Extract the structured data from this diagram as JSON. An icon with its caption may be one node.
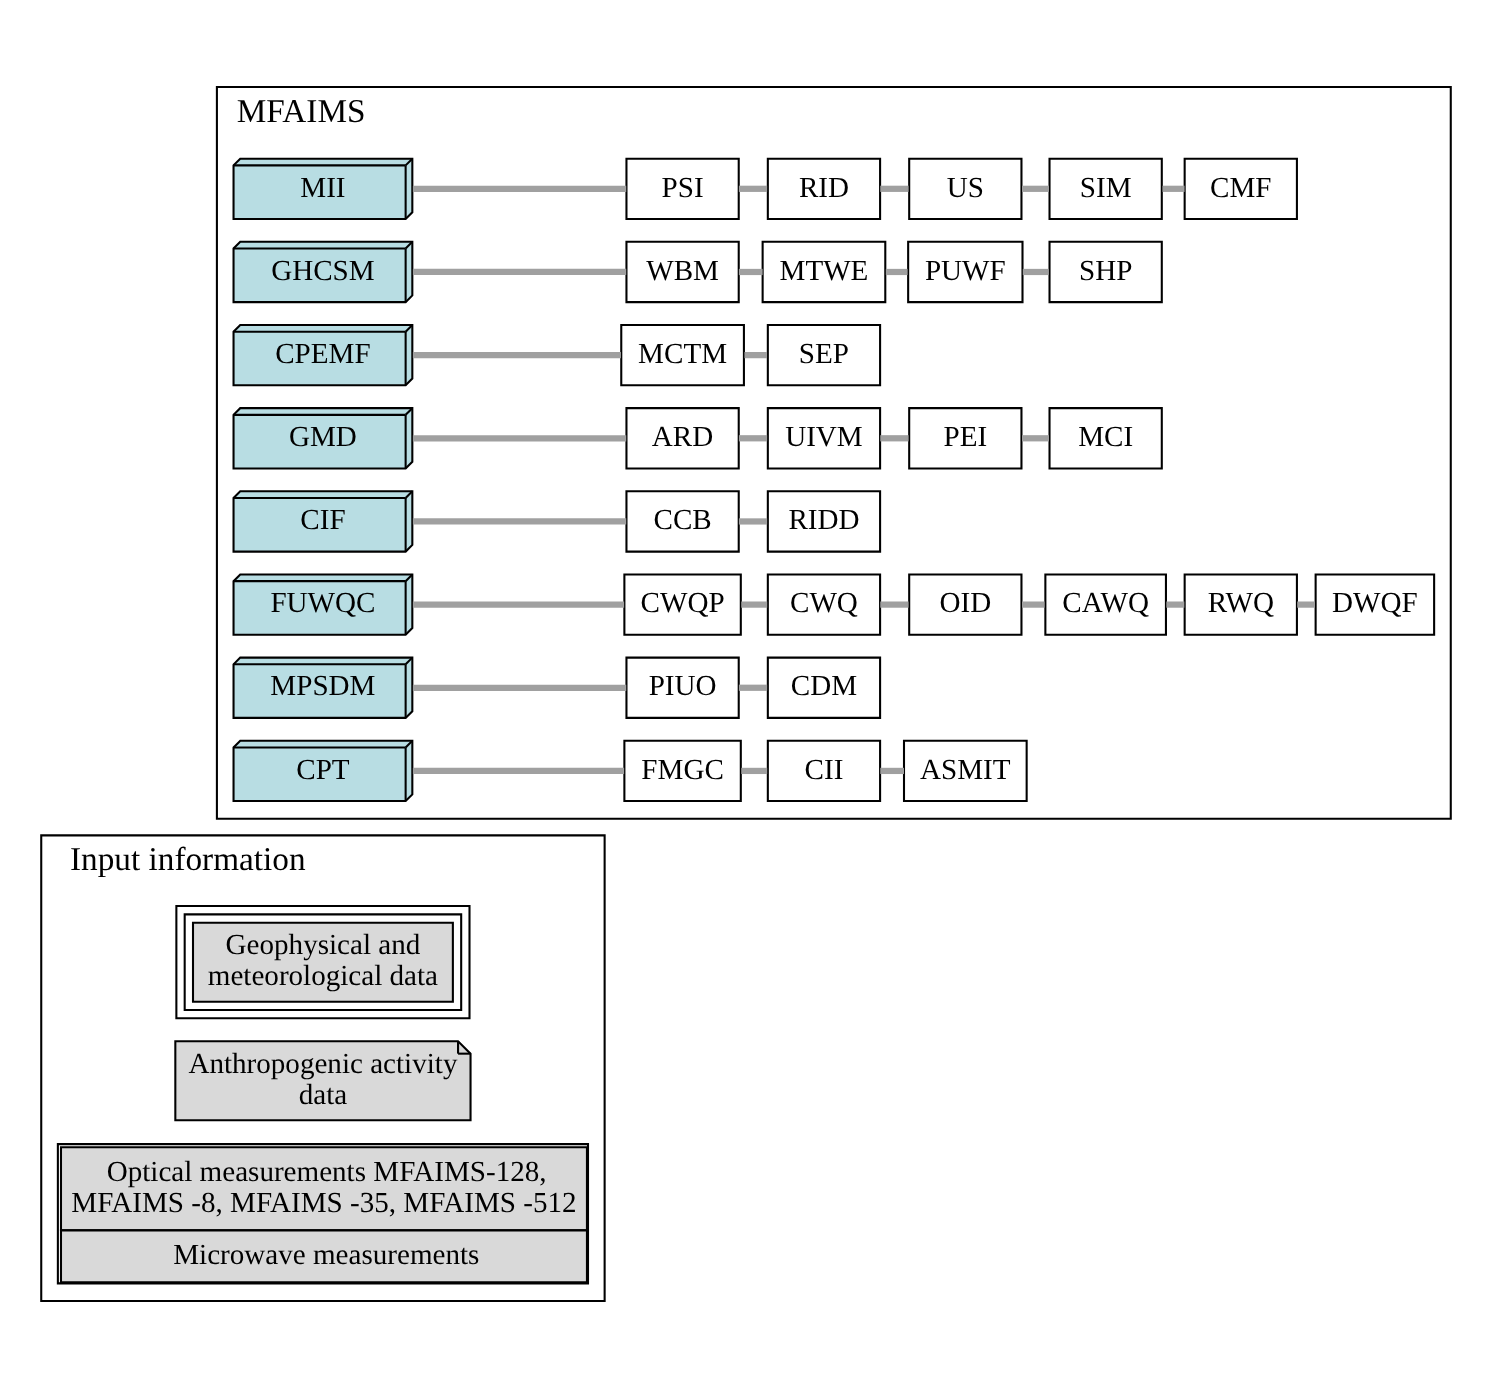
{
  "diagram": {
    "nodes": [
      {
        "text": [
          "Input information"
        ]
      },
      {
        "text": [
          "Geophysical and meteorological data"
        ],
        "in": 0
      },
      {
        "text": [
          "Anthropogenic activity data"
        ],
        "in": 0
      },
      {
        "text": [
          "Optical measurements MFAIMS-128, MFAIMS -8, MFAIMS -35, MFAIMS -512",
          "Microwave measurements"
        ],
        "in": 0
      },
      {
        "text": [
          "MFAIMS"
        ]
      },
      {
        "text": [
          "MII"
        ],
        "in": 4
      },
      {
        "text": [
          "PSI"
        ],
        "in": 4
      },
      {
        "text": [
          "RID"
        ],
        "in": 4
      },
      {
        "text": [
          "US"
        ],
        "in": 4
      },
      {
        "text": [
          "SIM"
        ],
        "in": 4
      },
      {
        "text": [
          "CMF"
        ],
        "in": 4
      },
      {
        "text": [
          "GHCSM"
        ],
        "in": 4
      },
      {
        "text": [
          "WBM"
        ],
        "in": 4
      },
      {
        "text": [
          "MTWE"
        ],
        "in": 4
      },
      {
        "text": [
          "PUWF"
        ],
        "in": 4
      },
      {
        "text": [
          "SHP"
        ],
        "in": 4
      },
      {
        "text": [
          "CPEMF"
        ],
        "in": 4
      },
      {
        "text": [
          "MCTM"
        ],
        "in": 4
      },
      {
        "text": [
          "SEP"
        ],
        "in": 4
      },
      {
        "text": [
          "GMD"
        ],
        "in": 4
      },
      {
        "text": [
          "ARD"
        ],
        "in": 4
      },
      {
        "text": [
          "UIVM"
        ],
        "in": 4
      },
      {
        "text": [
          "PEI"
        ],
        "in": 4
      },
      {
        "text": [
          "MCI"
        ],
        "in": 4
      },
      {
        "text": [
          "CIF"
        ],
        "in": 4
      },
      {
        "text": [
          "CCB"
        ],
        "in": 4
      },
      {
        "text": [
          "RIDD"
        ],
        "in": 4
      },
      {
        "text": [
          "FUWQC"
        ],
        "in": 4
      },
      {
        "text": [
          "CWQP"
        ],
        "in": 4
      },
      {
        "text": [
          "CWQ"
        ],
        "in": 4
      },
      {
        "text": [
          "OID"
        ],
        "in": 4
      },
      {
        "text": [
          "CAWQ"
        ],
        "in": 4
      },
      {
        "text": [
          "RWQ"
        ],
        "in": 4
      },
      {
        "text": [
          "DWQF"
        ],
        "in": 4
      },
      {
        "text": [
          "MPSDM"
        ],
        "in": 4
      },
      {
        "text": [
          "PIUO"
        ],
        "in": 4
      },
      {
        "text": [
          "CDM"
        ],
        "in": 4
      },
      {
        "text": [
          "CPT"
        ],
        "in": 4
      },
      {
        "text": [
          "FMGC"
        ],
        "in": 4
      },
      {
        "text": [
          "CII"
        ],
        "in": 4
      },
      {
        "text": [
          "ASMIT"
        ],
        "in": 4
      }
    ],
    "edges": [
      {
        "from": 5,
        "to": 6,
        "arrow": "none"
      },
      {
        "from": 6,
        "to": 7,
        "arrow": "none"
      },
      {
        "from": 7,
        "to": 8,
        "arrow": "none"
      },
      {
        "from": 8,
        "to": 9,
        "arrow": "none"
      },
      {
        "from": 9,
        "to": 10,
        "arrow": "none"
      },
      {
        "from": 11,
        "to": 12,
        "arrow": "none"
      },
      {
        "from": 12,
        "to": 13,
        "arrow": "none"
      },
      {
        "from": 13,
        "to": 14,
        "arrow": "none"
      },
      {
        "from": 14,
        "to": 15,
        "arrow": "none"
      },
      {
        "from": 16,
        "to": 17,
        "arrow": "none"
      },
      {
        "from": 17,
        "to": 18,
        "arrow": "none"
      },
      {
        "from": 19,
        "to": 20,
        "arrow": "none"
      },
      {
        "from": 20,
        "to": 21,
        "arrow": "none"
      },
      {
        "from": 21,
        "to": 22,
        "arrow": "none"
      },
      {
        "from": 22,
        "to": 23,
        "arrow": "none"
      },
      {
        "from": 24,
        "to": 25,
        "arrow": "none"
      },
      {
        "from": 25,
        "to": 26,
        "arrow": "none"
      },
      {
        "from": 27,
        "to": 28,
        "arrow": "none"
      },
      {
        "from": 28,
        "to": 29,
        "arrow": "none"
      },
      {
        "from": 29,
        "to": 30,
        "arrow": "none"
      },
      {
        "from": 30,
        "to": 31,
        "arrow": "none"
      },
      {
        "from": 31,
        "to": 32,
        "arrow": "none"
      },
      {
        "from": 32,
        "to": 33,
        "arrow": "none"
      },
      {
        "from": 34,
        "to": 35,
        "arrow": "none"
      },
      {
        "from": 35,
        "to": 36,
        "arrow": "none"
      },
      {
        "from": 37,
        "to": 38,
        "arrow": "none"
      },
      {
        "from": 38,
        "to": 39,
        "arrow": "none"
      },
      {
        "from": 39,
        "to": 40,
        "arrow": "none"
      }
    ]
  }
}
